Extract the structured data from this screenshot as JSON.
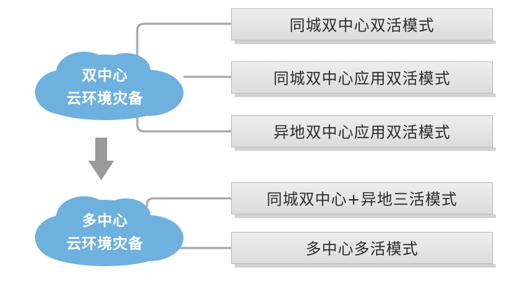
{
  "clouds": [
    {
      "line1": "双中心",
      "line2": "云环境灾备",
      "color": "#6fb1de"
    },
    {
      "line1": "多中心",
      "line2": "云环境灾备",
      "color": "#6fb1de"
    }
  ],
  "modes_dual": [
    "同城双中心双活模式",
    "同城双中心应用双活模式",
    "异地双中心应用双活模式"
  ],
  "modes_multi": [
    "同城双中心+异地三活模式",
    "多中心多活模式"
  ],
  "colors": {
    "connector": "#a7a7a7",
    "arrow": "#9a9a9a",
    "box_border": "#bcbcbc",
    "cloud": "#6fb1de"
  }
}
